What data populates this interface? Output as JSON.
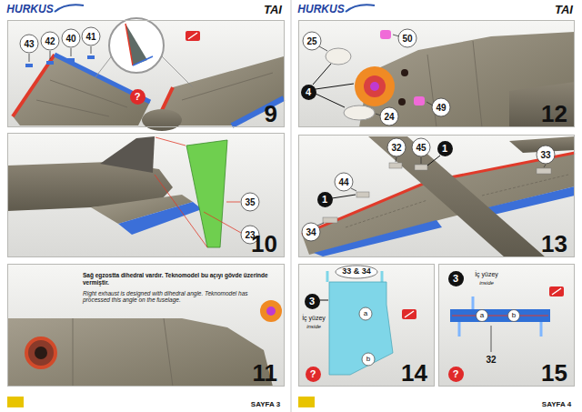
{
  "diagram": {
    "nodes": [
      {
        "text": [
          "9"
        ]
      },
      {
        "text": [
          "?"
        ],
        "in": 0
      },
      {
        "text": [
          "10"
        ]
      },
      {
        "text": [
          "Sağ egzostta dihedral vardır. Teknomodel bu açıyı gövde üzerinde vermiştir.",
          "Right exhaust is designed with dihedral angle. Teknomodel has processed this angle on the fuselage.",
          "11"
        ]
      },
      {
        "text": [
          "12"
        ]
      },
      {
        "text": [
          "4"
        ],
        "in": 4
      },
      {
        "text": [
          "13"
        ]
      },
      {
        "text": [
          "1"
        ],
        "in": 6
      },
      {
        "text": [
          "1"
        ],
        "in": 6
      },
      {
        "text": [
          "14"
        ]
      },
      {
        "text": [
          "3"
        ],
        "in": 9
      },
      {
        "text": [
          "?"
        ],
        "in": 9
      },
      {
        "text": [
          "15"
        ]
      },
      {
        "text": [
          "3"
        ],
        "in": 12
      },
      {
        "text": [
          "?"
        ],
        "in": 12
      }
    ],
    "labels": [
      "HURKUS",
      "TAI",
      "43",
      "42",
      "40",
      "41",
      "35",
      "23",
      "SAYFA 3",
      "HURKUS",
      "TAI",
      "25",
      "50",
      "24",
      "49",
      "32",
      "45",
      "33",
      "44",
      "34",
      "33 & 34",
      "İç yüzey",
      "inside",
      "a",
      "b",
      "İç yüzey",
      "inside",
      "a",
      "b",
      "32",
      "SAYFA 4"
    ]
  }
}
